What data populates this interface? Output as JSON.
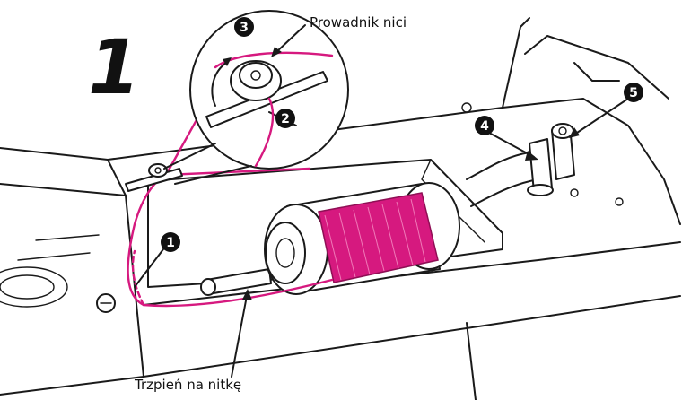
{
  "step_number": "1",
  "labels": {
    "thread_guide": "Prowadnik nici",
    "spool_pin": "Trzpień na nitkę"
  },
  "markers": [
    "1",
    "2",
    "3",
    "4",
    "5"
  ],
  "colors": {
    "thread": "#d6197f",
    "outline": "#1a1a1a",
    "marker_bg": "#111111"
  }
}
